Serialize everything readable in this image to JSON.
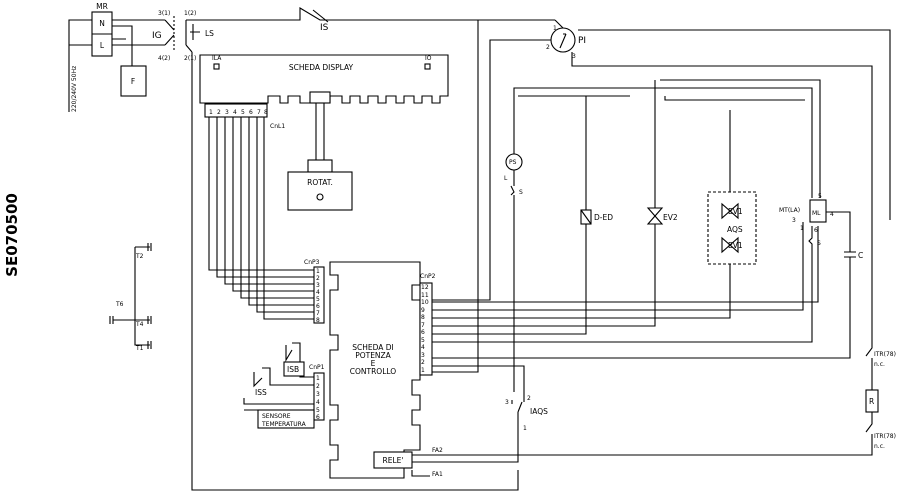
{
  "doc_code": "SE070500",
  "supply": "220/240V 50Hz",
  "mr": {
    "title": "MR",
    "n": "N",
    "l": "L"
  },
  "filter": "F",
  "ig": {
    "label": "IG",
    "t_top_l": "3(1)",
    "t_top_r": "1(2)",
    "t_bot_l": "4(2)",
    "t_bot_r": "2(1)"
  },
  "ls": "LS",
  "is": "IS",
  "pi": {
    "label": "PI",
    "p1": "1",
    "p2": "2",
    "p3": "3"
  },
  "display": {
    "title": "SCHEDA DISPLAY",
    "ila": "ILA",
    "io": "IO",
    "pins": [
      "1",
      "2",
      "3",
      "4",
      "5",
      "6",
      "7",
      "8"
    ],
    "connector": "CnL1"
  },
  "rotat": "ROTAT.",
  "ps": {
    "label": "PS",
    "l": "L",
    "s": "S"
  },
  "ded": "D-ED",
  "ev2": "EV2",
  "aqs": {
    "label": "AQS",
    "ev_top": "EV1",
    "ev_bot": "EV1"
  },
  "mt": {
    "label": "MT(LA)",
    "t5": "5",
    "t4": "4",
    "t6": "6",
    "t1": "1",
    "t3": "3",
    "inner": "ML",
    "s": "S"
  },
  "cap": "C",
  "itr_top": {
    "label": "ITR(78)",
    "sub": "n.c."
  },
  "itr_bot": {
    "label": "ITR(78)",
    "sub": "n.c."
  },
  "res": "R",
  "terminals": {
    "t2": "T2",
    "t6": "T6",
    "t4": "T4",
    "t1": "T1"
  },
  "power": {
    "title_l1": "SCHEDA DI",
    "title_l2": "POTENZA",
    "title_l3": "E",
    "title_l4": "CONTROLLO",
    "cnp3": "CnP3",
    "cnp3_pins": [
      "1",
      "2",
      "3",
      "4",
      "5",
      "6",
      "7",
      "8"
    ],
    "cnp2": "CnP2",
    "cnp2_pins": [
      "12",
      "11",
      "10",
      "9",
      "8",
      "7",
      "6",
      "5",
      "4",
      "3",
      "2",
      "1"
    ],
    "cnp1": "CnP1",
    "cnp1_pins": [
      "1",
      "2",
      "3",
      "4",
      "5",
      "6"
    ],
    "rele": "RELE'",
    "fa1": "FA1",
    "fa2": "FA2"
  },
  "isb": "ISB",
  "iss": "ISS",
  "sensor": {
    "l1": "SENSORE",
    "l2": "TEMPERATURA"
  },
  "iaqs": {
    "label": "IAQS",
    "p3": "3",
    "p2": "2",
    "p1": "1"
  }
}
